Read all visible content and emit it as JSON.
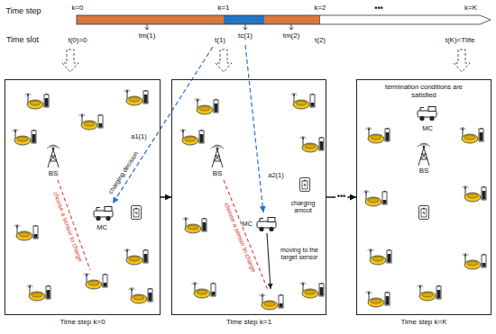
{
  "diagram": {
    "nodes": [
      {
        "text": [
          "Time step k=0"
        ]
      },
      {
        "text": [
          "Time step k=1"
        ]
      },
      {
        "text": [
          "Time step k=K"
        ]
      }
    ],
    "edges": [
      {
        "from": 0,
        "to": 1,
        "arrow": "to"
      },
      {
        "from": 1,
        "to": 2,
        "label": "•••",
        "arrow": "to"
      }
    ],
    "labels": [
      "Time step",
      "k=0",
      "k=1",
      "k=2",
      "•••",
      "k=K",
      "Time slot",
      "t(0)=0",
      "tm(1)",
      "t(1)",
      "tc(1)",
      "tm(2)",
      "t(2)",
      "t(K)=Tlife",
      "a1(1)",
      "charging decision",
      "BS",
      "MC",
      "choose a sensor to charge",
      "a2(1)",
      "BS",
      "charging amout",
      "MC",
      "choose a sensor to charge",
      "moving to the target sensor",
      "termination conditions are satisfied",
      "MC",
      "BS"
    ]
  }
}
